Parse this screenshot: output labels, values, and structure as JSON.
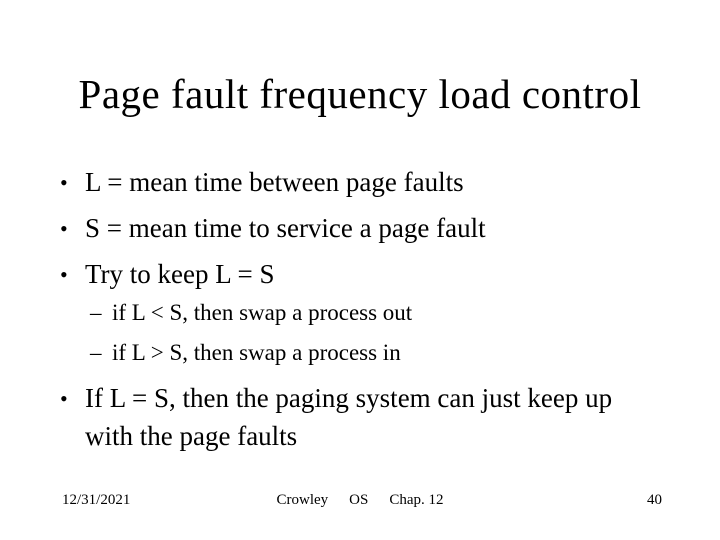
{
  "slide": {
    "title": "Page fault frequency load control",
    "bullets": [
      {
        "level": 1,
        "marker": "•",
        "text": "L = mean time between page faults"
      },
      {
        "level": 1,
        "marker": "•",
        "text": "S = mean time to service a page fault"
      },
      {
        "level": 1,
        "marker": "•",
        "text": "Try to keep L = S"
      },
      {
        "level": 2,
        "marker": "–",
        "text": "if L < S, then swap a process out"
      },
      {
        "level": 2,
        "marker": "–",
        "text": "if L > S, then swap a process in"
      },
      {
        "level": 1,
        "marker": "•",
        "text": "If L = S, then the paging system can just keep up with the page faults"
      }
    ],
    "footer": {
      "date": "12/31/2021",
      "author": "Crowley",
      "course": "OS",
      "chapter": "Chap. 12",
      "page_number": "40"
    },
    "colors": {
      "background": "#ffffff",
      "text": "#000000"
    }
  }
}
